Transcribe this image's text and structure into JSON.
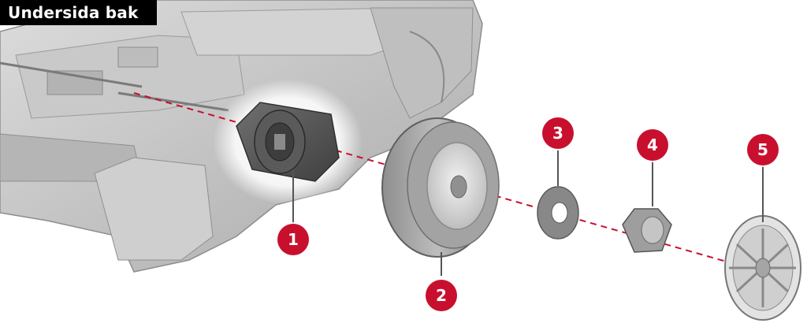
{
  "title": "Undersida bak",
  "colors": {
    "accent": "#c8102e",
    "title_bg": "#000000",
    "title_text": "#ffffff",
    "axis_line": "#c8102e"
  },
  "callouts": [
    {
      "label": "1",
      "part": "motor-gearbox"
    },
    {
      "label": "2",
      "part": "wheel"
    },
    {
      "label": "3",
      "part": "washer"
    },
    {
      "label": "4",
      "part": "hex-nut"
    },
    {
      "label": "5",
      "part": "hubcap"
    }
  ]
}
